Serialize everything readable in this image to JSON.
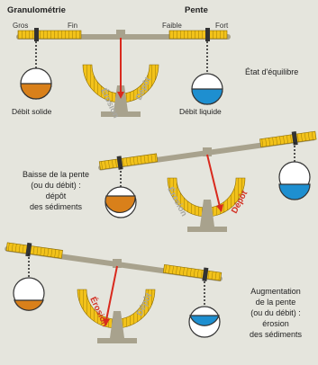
{
  "panel1": {
    "granulometrie": "Granulométrie",
    "gros": "Gros",
    "fin": "Fin",
    "pente": "Pente",
    "faible": "Faible",
    "fort": "Fort",
    "etat": "État d'équilibre",
    "debit_solide": "Débit solide",
    "debit_liquide": "Débit liquide",
    "erosion": "Érosion",
    "depot": "Dépôt"
  },
  "panel2": {
    "line1": "Baisse de la pente",
    "line2": "(ou du débit) :",
    "line3": "dépôt",
    "line4": "des sédiments",
    "erosion": "Érosion",
    "depot": "Dépôt"
  },
  "panel3": {
    "line1": "Augmentation",
    "line2": "de la pente",
    "line3": "(ou du débit) :",
    "line4": "érosion",
    "line5": "des sédiments",
    "erosion": "Érosion",
    "depot": "Dépôt"
  },
  "colors": {
    "panel_bg": "#e5e5dd",
    "beam": "#a8a28d",
    "scale_yellow": "#f2c21a",
    "sediment_orange": "#d9801a",
    "water_blue": "#1e8fd0",
    "needle_red": "#d92a1e",
    "active_red": "#d32f22",
    "inactive_gray": "#a7a7a2"
  }
}
